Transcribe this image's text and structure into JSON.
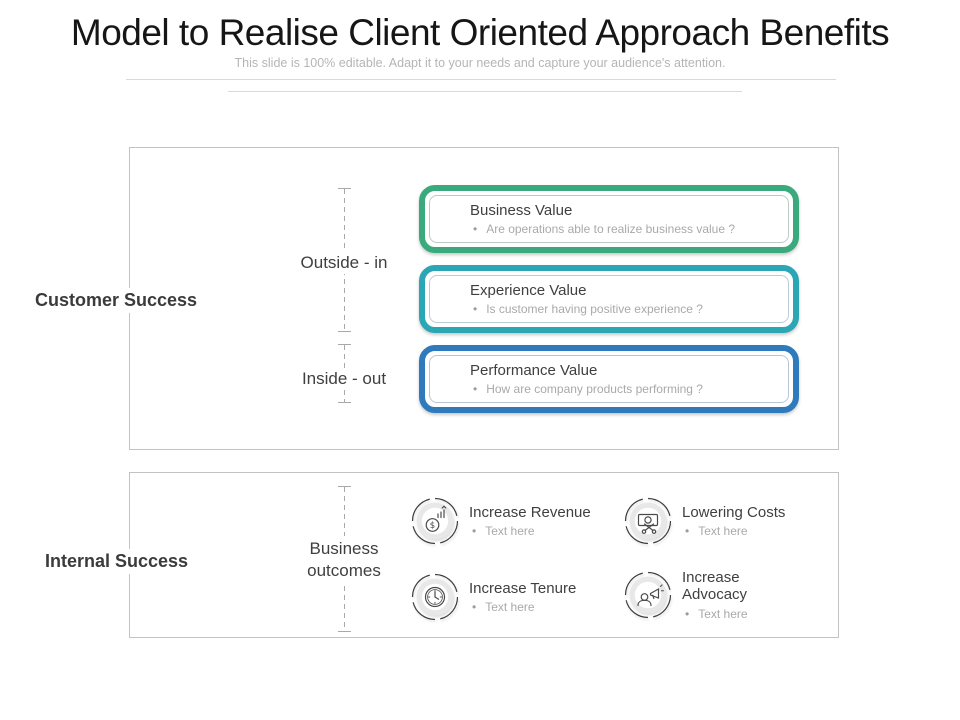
{
  "header": {
    "title": "Model to Realise Client Oriented Approach Benefits",
    "subtitle": "This slide is 100% editable. Adapt it to your needs and capture your audience's attention."
  },
  "customer_section": {
    "label": "Customer Success",
    "flow_labels": [
      {
        "label": "Outside - in"
      },
      {
        "label": "Inside - out"
      }
    ],
    "cards": [
      {
        "title": "Business Value",
        "bullet": "Are operations able to realize business value ?",
        "color": "#3aaa7e"
      },
      {
        "title": "Experience Value",
        "bullet": "Is customer having positive experience ?",
        "color": "#2aa6b5"
      },
      {
        "title": "Performance Value",
        "bullet": "How are company products performing ?",
        "color": "#2e7abc"
      }
    ]
  },
  "internal_section": {
    "label": "Internal Success",
    "axis_label": "Business outcomes",
    "items": [
      {
        "title": "Increase Revenue",
        "bullet": "Text here",
        "icon": "revenue-growth-icon"
      },
      {
        "title": "Lowering Costs",
        "bullet": "Text here",
        "icon": "cost-cutting-icon"
      },
      {
        "title": "Increase Tenure",
        "bullet": "Text here",
        "icon": "clock-icon"
      },
      {
        "title": "Increase Advocacy",
        "bullet": "Text here",
        "icon": "megaphone-person-icon"
      }
    ]
  },
  "colors": {
    "card_green": "#3aaa7e",
    "card_teal": "#2aa6b5",
    "card_blue": "#2e7abc",
    "panel_border": "#c3c3c3",
    "dark_text": "#3f3f3f",
    "muted_text": "#a9a9a9"
  }
}
